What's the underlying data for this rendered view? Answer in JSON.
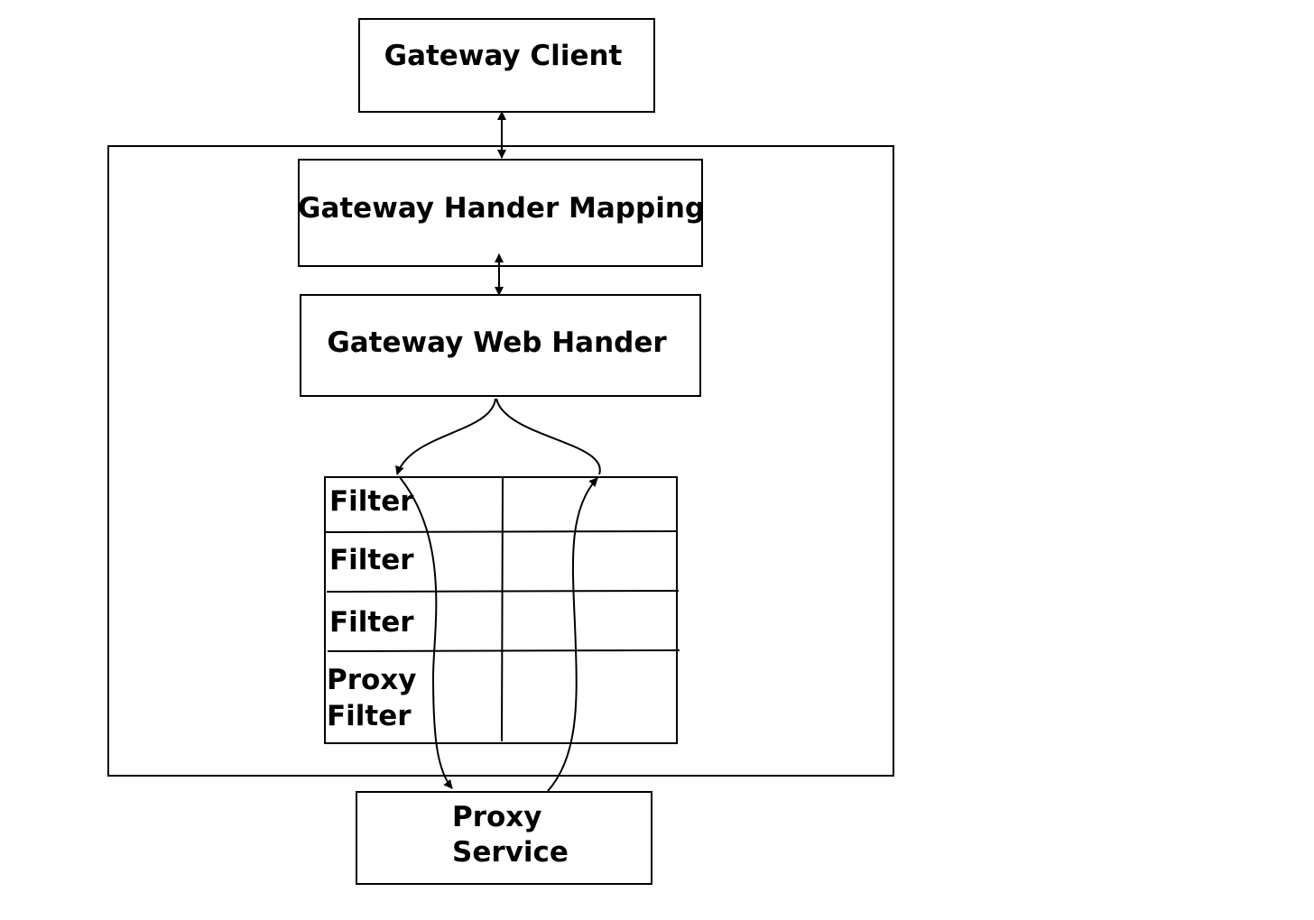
{
  "nodes": {
    "client": {
      "label": "Gateway Client"
    },
    "mapping": {
      "label": "Gateway Hander Mapping"
    },
    "web_handler": {
      "label": "Gateway Web Hander"
    },
    "filters": [
      {
        "label": "Filter"
      },
      {
        "label": "Filter"
      },
      {
        "label": "Filter"
      },
      {
        "line1": "Proxy",
        "line2": "Filter"
      }
    ],
    "proxy_service": {
      "line1": "Proxy",
      "line2": "Service"
    }
  },
  "edges": [
    {
      "from": "client",
      "to": "mapping",
      "direction": "both"
    },
    {
      "from": "mapping",
      "to": "web_handler",
      "direction": "both"
    },
    {
      "from": "web_handler",
      "to": "filters",
      "direction": "forward"
    },
    {
      "from": "filters",
      "to": "proxy_service",
      "direction": "forward"
    },
    {
      "from": "proxy_service",
      "to": "filters",
      "direction": "forward"
    },
    {
      "from": "filters",
      "to": "web_handler",
      "direction": "forward"
    }
  ]
}
